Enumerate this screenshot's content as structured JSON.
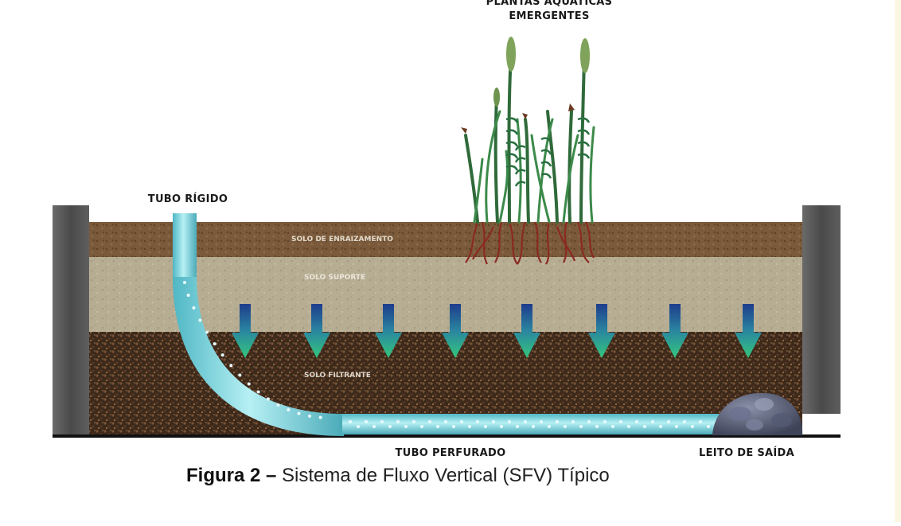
{
  "labels": {
    "plants": "PLANTAS AQUÁTICAS",
    "plants2": "EMERGENTES",
    "rigid_pipe": "TUBO RÍGIDO",
    "rooting_soil": "SOLO DE ENRAIZAMENTO",
    "support_soil": "SOLO SUPORTE",
    "filter_soil": "SOLO FILTRANTE",
    "perforated_pipe": "TUBO PERFURADO",
    "outlet_bed": "LEITO DE SAÍDA"
  },
  "caption": {
    "prefix": "Figura 2",
    "dash": " – ",
    "text": "Sistema de Fluxo Vertical (SFV) Típico"
  },
  "colors": {
    "rooting": "#7a5a3a",
    "support": "#b8ae94",
    "filter": "#4a3222",
    "wall": "#555555",
    "pipe": "#7fd3dc",
    "arrow_top": "#1e3c8c",
    "arrow_bottom": "#2fbf7a"
  }
}
